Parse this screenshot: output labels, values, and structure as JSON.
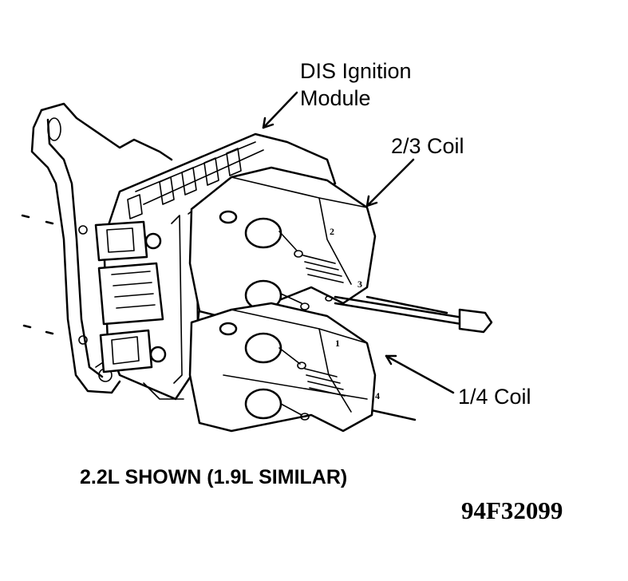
{
  "labels": {
    "module_line1": "DIS Ignition",
    "module_line2": "Module",
    "coil_23": "2/3 Coil",
    "coil_14": "1/4 Coil",
    "caption": "2.2L SHOWN (1.9L SIMILAR)",
    "figure_id": "94F32099"
  },
  "terminal_numbers": {
    "t2": "2",
    "t3": "3",
    "t1": "1",
    "t4": "4"
  }
}
